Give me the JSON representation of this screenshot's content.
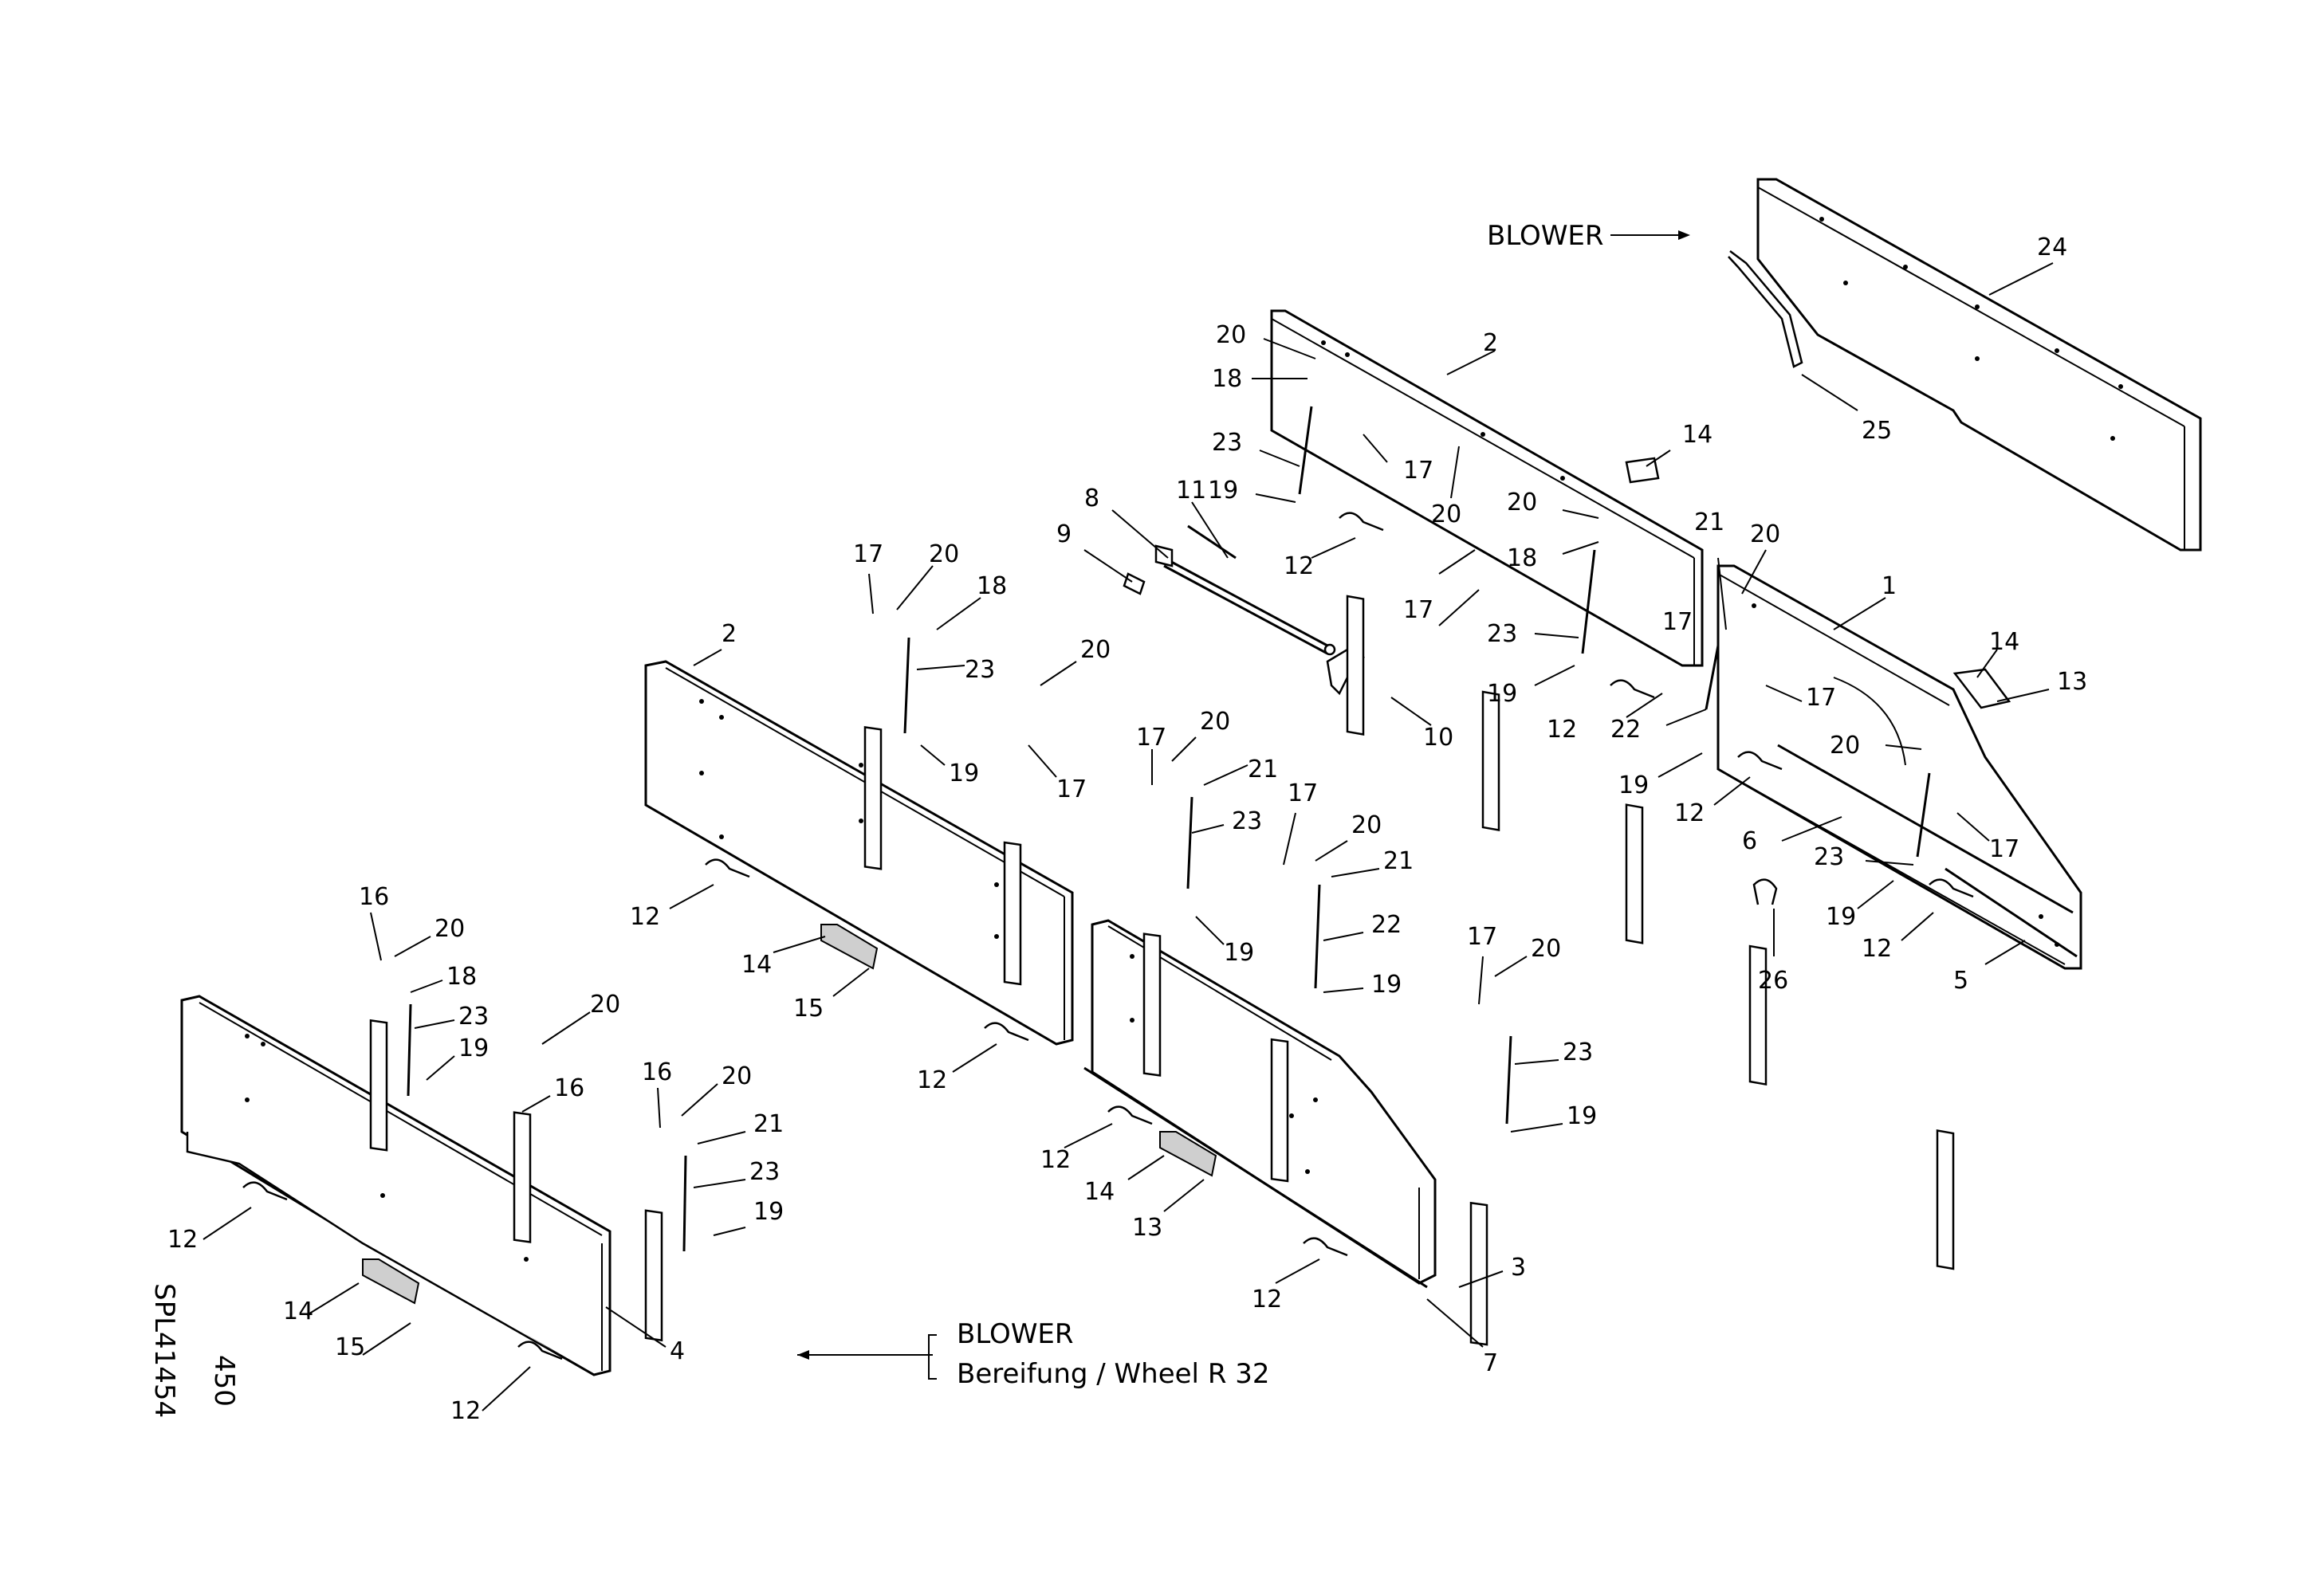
{
  "drawing": {
    "ref_number": "450",
    "ref_code": "SPL41454",
    "blower_label_top": "BLOWER",
    "legend_title": "BLOWER",
    "legend_subtitle": "Bereifung / Wheel R 32"
  },
  "callouts": [
    {
      "id": "c1",
      "text": "24"
    },
    {
      "id": "c2",
      "text": "25"
    },
    {
      "id": "c3",
      "text": "2"
    },
    {
      "id": "c4",
      "text": "20"
    },
    {
      "id": "c5",
      "text": "18"
    },
    {
      "id": "c6",
      "text": "23"
    },
    {
      "id": "c7",
      "text": "19"
    },
    {
      "id": "c8",
      "text": "17"
    },
    {
      "id": "c9",
      "text": "20"
    },
    {
      "id": "c10",
      "text": "14"
    },
    {
      "id": "c11",
      "text": "12"
    },
    {
      "id": "c12",
      "text": "17"
    },
    {
      "id": "c13",
      "text": "20"
    },
    {
      "id": "c14",
      "text": "18"
    },
    {
      "id": "c15",
      "text": "17"
    },
    {
      "id": "c16",
      "text": "23"
    },
    {
      "id": "c17",
      "text": "19"
    },
    {
      "id": "c18",
      "text": "12"
    },
    {
      "id": "c19",
      "text": "21"
    },
    {
      "id": "c20",
      "text": "20"
    },
    {
      "id": "c21",
      "text": "1"
    },
    {
      "id": "c22",
      "text": "14"
    },
    {
      "id": "c23",
      "text": "13"
    },
    {
      "id": "c24",
      "text": "17"
    },
    {
      "id": "c25",
      "text": "22"
    },
    {
      "id": "c26",
      "text": "19"
    },
    {
      "id": "c27",
      "text": "12"
    },
    {
      "id": "c28",
      "text": "20"
    },
    {
      "id": "c29",
      "text": "6"
    },
    {
      "id": "c30",
      "text": "17"
    },
    {
      "id": "c31",
      "text": "23"
    },
    {
      "id": "c32",
      "text": "19"
    },
    {
      "id": "c33",
      "text": "12"
    },
    {
      "id": "c34",
      "text": "26"
    },
    {
      "id": "c35",
      "text": "5"
    },
    {
      "id": "c36",
      "text": "11"
    },
    {
      "id": "c37",
      "text": "8"
    },
    {
      "id": "c38",
      "text": "9"
    },
    {
      "id": "c39",
      "text": "10"
    },
    {
      "id": "c40",
      "text": "17"
    },
    {
      "id": "c41",
      "text": "20"
    },
    {
      "id": "c42",
      "text": "18"
    },
    {
      "id": "c43",
      "text": "23"
    },
    {
      "id": "c44",
      "text": "19"
    },
    {
      "id": "c45",
      "text": "20"
    },
    {
      "id": "c46",
      "text": "17"
    },
    {
      "id": "c47",
      "text": "2"
    },
    {
      "id": "c48",
      "text": "12"
    },
    {
      "id": "c49",
      "text": "14"
    },
    {
      "id": "c50",
      "text": "15"
    },
    {
      "id": "c51",
      "text": "12"
    },
    {
      "id": "c52",
      "text": "17"
    },
    {
      "id": "c53",
      "text": "20"
    },
    {
      "id": "c54",
      "text": "21"
    },
    {
      "id": "c55",
      "text": "23"
    },
    {
      "id": "c56",
      "text": "19"
    },
    {
      "id": "c57",
      "text": "17"
    },
    {
      "id": "c58",
      "text": "20"
    },
    {
      "id": "c59",
      "text": "21"
    },
    {
      "id": "c60",
      "text": "22"
    },
    {
      "id": "c61",
      "text": "19"
    },
    {
      "id": "c62",
      "text": "17"
    },
    {
      "id": "c63",
      "text": "20"
    },
    {
      "id": "c64",
      "text": "23"
    },
    {
      "id": "c65",
      "text": "19"
    },
    {
      "id": "c66",
      "text": "12"
    },
    {
      "id": "c67",
      "text": "14"
    },
    {
      "id": "c68",
      "text": "13"
    },
    {
      "id": "c69",
      "text": "12"
    },
    {
      "id": "c70",
      "text": "3"
    },
    {
      "id": "c71",
      "text": "7"
    },
    {
      "id": "c72",
      "text": "16"
    },
    {
      "id": "c73",
      "text": "20"
    },
    {
      "id": "c74",
      "text": "18"
    },
    {
      "id": "c75",
      "text": "23"
    },
    {
      "id": "c76",
      "text": "19"
    },
    {
      "id": "c77",
      "text": "20"
    },
    {
      "id": "c78",
      "text": "16"
    },
    {
      "id": "c79",
      "text": "16"
    },
    {
      "id": "c80",
      "text": "20"
    },
    {
      "id": "c81",
      "text": "21"
    },
    {
      "id": "c82",
      "text": "23"
    },
    {
      "id": "c83",
      "text": "19"
    },
    {
      "id": "c84",
      "text": "12"
    },
    {
      "id": "c85",
      "text": "14"
    },
    {
      "id": "c86",
      "text": "15"
    },
    {
      "id": "c87",
      "text": "12"
    },
    {
      "id": "c88",
      "text": "4"
    }
  ]
}
